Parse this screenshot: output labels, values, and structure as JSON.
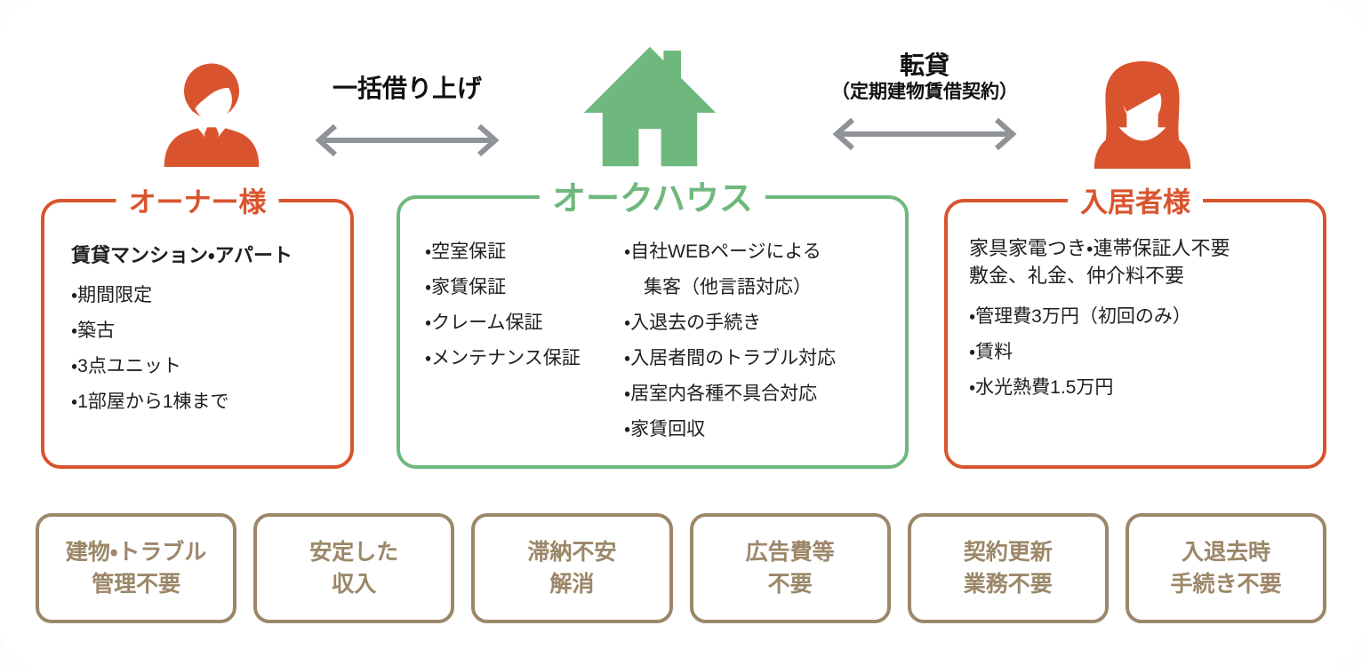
{
  "palette": {
    "orange": "#d9542e",
    "green": "#6fb87d",
    "tan": "#9c8769",
    "arrow_gray": "#8f9296",
    "text": "#1f1f1f",
    "background": "#ffffff"
  },
  "top": {
    "owner": {
      "label": "オーナー様",
      "icon": "businessman-icon"
    },
    "company": {
      "label": "オークハウス",
      "icon": "house-icon"
    },
    "tenant": {
      "label": "入居者様",
      "icon": "woman-icon"
    },
    "left_arrow": {
      "label": "一括借り上げ",
      "icon": "double-headed-arrow-icon"
    },
    "right_arrow": {
      "label": "転貸",
      "sublabel": "（定期建物賃借契約）",
      "icon": "double-headed-arrow-icon"
    }
  },
  "owner_box": {
    "heading": "賃貸マンション・アパート",
    "items": [
      "・期間限定",
      "・築古",
      "・3点ユニット",
      "・1部屋から1棟まで"
    ]
  },
  "company_box": {
    "col1": [
      "・空室保証",
      "・家賃保証",
      "・クレーム保証",
      "・メンテナンス保証"
    ],
    "col2": [
      "・自社WEBページによる",
      "集客（他言語対応）",
      "・入退去の手続き",
      "・入居者間のトラブル対応",
      "・居室内各種不具合対応",
      "・家賃回収"
    ]
  },
  "tenant_box": {
    "heading_lines": [
      "家具家電つき・連帯保証人不要",
      "敷金、礼金、仲介料不要"
    ],
    "items": [
      "・管理費3万円（初回のみ）",
      "・賃料",
      "・水光熱費1.5万円"
    ]
  },
  "benefits": [
    {
      "lines": [
        "建物・トラブル",
        "管理不要"
      ]
    },
    {
      "lines": [
        "安定した",
        "収入"
      ]
    },
    {
      "lines": [
        "滞納不安",
        "解消"
      ]
    },
    {
      "lines": [
        "広告費等",
        "不要"
      ]
    },
    {
      "lines": [
        "契約更新",
        "業務不要"
      ]
    },
    {
      "lines": [
        "入退去時",
        "手続き不要"
      ]
    }
  ]
}
